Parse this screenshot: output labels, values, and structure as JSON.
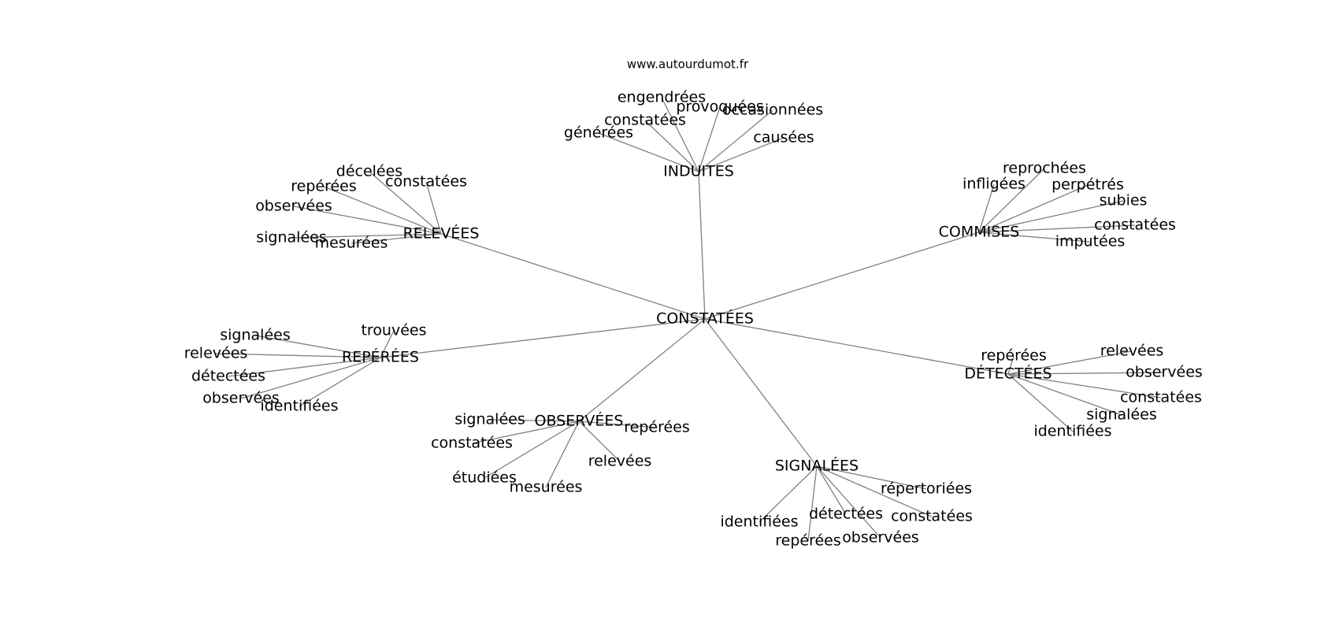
{
  "site": "www.autourdumot.fr",
  "root": "CONSTATÉES",
  "groups": [
    {
      "hub": "INDUITES",
      "leaves": [
        "engendrées",
        "provoquées",
        "occasionnées",
        "constatées",
        "générées",
        "causées"
      ]
    },
    {
      "hub": "RELEVÉES",
      "leaves": [
        "décelées",
        "repérées",
        "constatées",
        "observées",
        "signalées",
        "mesurées"
      ]
    },
    {
      "hub": "COMMISES",
      "leaves": [
        "reprochées",
        "infligées",
        "perpétrés",
        "subies",
        "constatées",
        "imputées"
      ]
    },
    {
      "hub": "REPÉRÉES",
      "leaves": [
        "trouvées",
        "signalées",
        "relevées",
        "détectées",
        "observées",
        "identifiées"
      ]
    },
    {
      "hub": "DÉTECTÉES",
      "leaves": [
        "repérées",
        "relevées",
        "observées",
        "constatées",
        "signalées",
        "identifiées"
      ]
    },
    {
      "hub": "OBSERVÉES",
      "leaves": [
        "signalées",
        "repérées",
        "constatées",
        "relevées",
        "étudiées",
        "mesurées"
      ]
    },
    {
      "hub": "SIGNALÉES",
      "leaves": [
        "répertoriées",
        "détectées",
        "constatées",
        "identifiées",
        "observées",
        "repérées"
      ]
    }
  ]
}
